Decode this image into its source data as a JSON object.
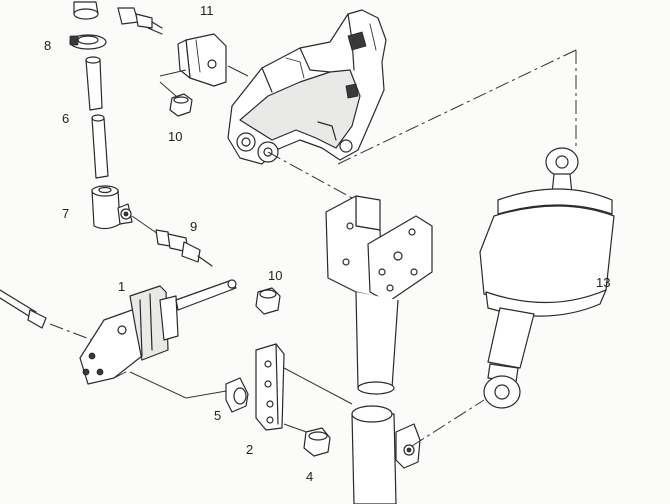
{
  "callouts": {
    "c1": "1",
    "c2": "2",
    "c4": "4",
    "c5": "5",
    "c6": "6",
    "c7": "7",
    "c8": "8",
    "c9": "9",
    "c10a": "10",
    "c10b": "10",
    "c11": "11",
    "c13": "13"
  }
}
